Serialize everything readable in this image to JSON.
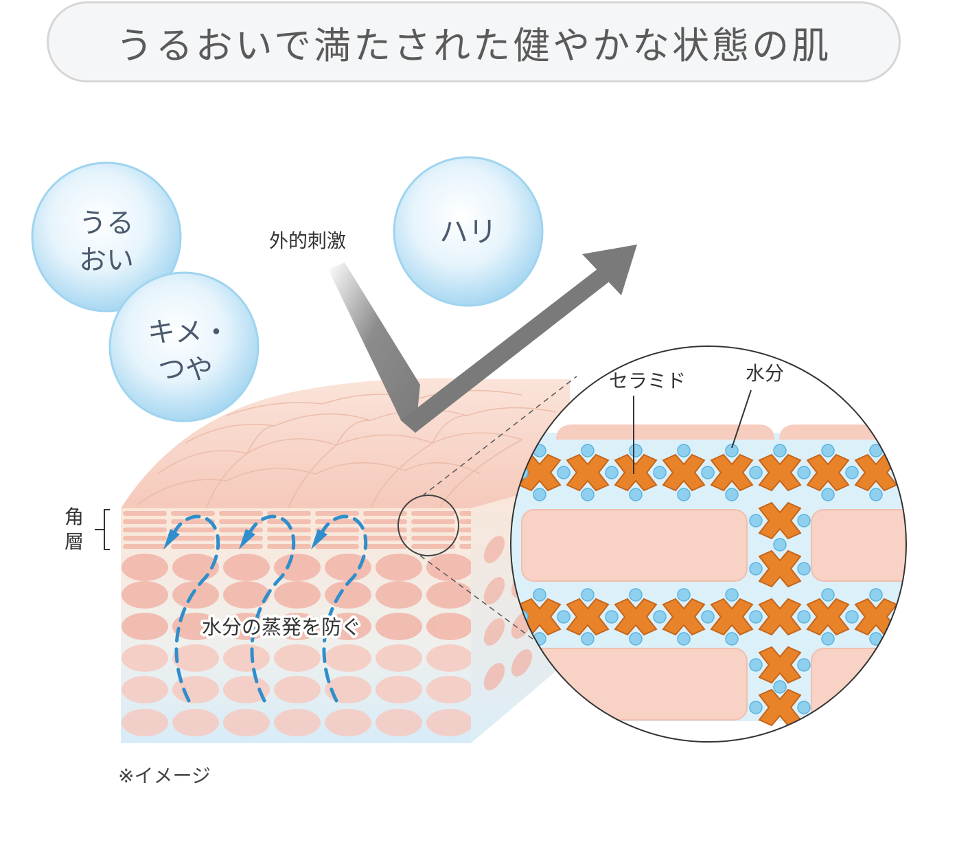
{
  "title": "うるおいで満たされた健やかな状態の肌",
  "bubbles": {
    "uruoi": [
      "うる",
      "おい"
    ],
    "kime": [
      "キメ・",
      "つや"
    ],
    "hari": "ハリ"
  },
  "labels": {
    "external_stimulus": "外的刺激",
    "stratum_corneum": [
      "角",
      "層"
    ],
    "prevent_evaporation": "水分の蒸発を防ぐ",
    "ceramide": "セラミド",
    "moisture": "水分"
  },
  "note": "※イメージ",
  "colors": {
    "bubble_blue": "#a9d8f2",
    "skin_pink": "#f3c2b6",
    "ceramide_orange": "#e8832a",
    "moisture_blue": "#8fd0ef",
    "arrow_gray": "#7a7a7a",
    "dash_blue": "#2f8ecb"
  }
}
